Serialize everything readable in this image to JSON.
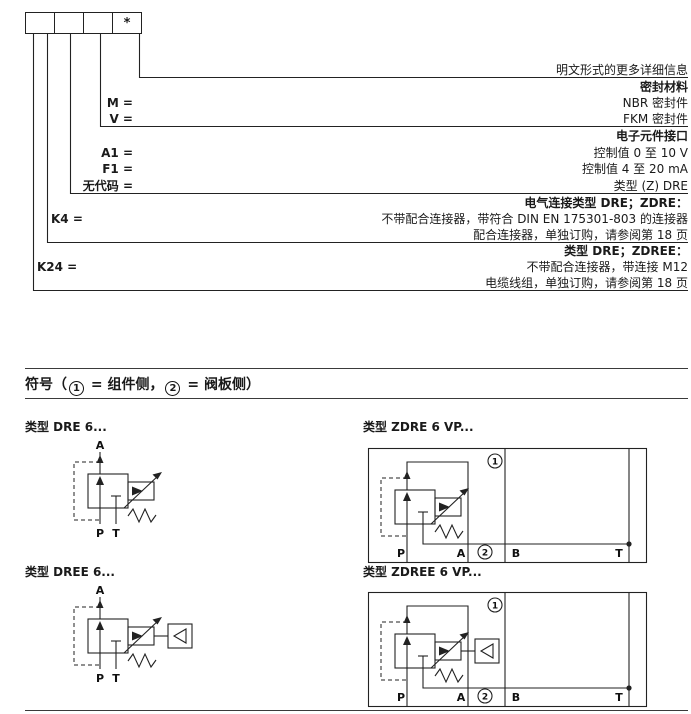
{
  "ordering_code": {
    "box_values": [
      "",
      "",
      "",
      "*"
    ],
    "rows": {
      "plain_info": "明文形式的更多详细信息",
      "seal_heading": "密封材料",
      "seal_m_code": "M =",
      "seal_m_text": "NBR 密封件",
      "seal_v_code": "V =",
      "seal_v_text": "FKM 密封件",
      "iface_heading": "电子元件接口",
      "iface_a1_code": "A1 =",
      "iface_a1_text": "控制值 0 至 10 V",
      "iface_f1_code": "F1 =",
      "iface_f1_text": "控制值 4 至 20 mA",
      "iface_none_code": "无代码 =",
      "iface_none_text": "类型 (Z) DRE",
      "conn_heading": "电气连接类型 DRE；ZDRE：",
      "conn_k4_code": "K4 =",
      "conn_k4_text1": "不带配合连接器，带符合 DIN EN 175301-803 的连接器",
      "conn_k4_text2": "配合连接器，单独订购，请参阅第 18 页",
      "conn2_heading": "类型 DRE；ZDREE：",
      "conn_k24_code": "K24 =",
      "conn_k24_text1": "不带配合连接器，带连接 M12",
      "conn_k24_text2": "电缆线组，单独订购，请参阅第 18 页"
    }
  },
  "symbols": {
    "heading": {
      "pre": "符号（",
      "n1": "1",
      "mid1": " = 组件侧，",
      "n2": "2",
      "mid2": " = 阀板侧）"
    },
    "dre": {
      "title": "类型 DRE 6...",
      "port_a": "A",
      "port_p": "P",
      "port_t": "T"
    },
    "zdre": {
      "title": "类型 ZDRE 6 VP...",
      "port_p": "P",
      "port_a": "A",
      "port_b": "B",
      "port_t": "T",
      "n1": "1",
      "n2": "2"
    },
    "dree": {
      "title": "类型 DREE 6...",
      "port_a": "A",
      "port_p": "P",
      "port_t": "T"
    },
    "zdree": {
      "title": "类型 ZDREE 6 VP...",
      "port_p": "P",
      "port_a": "A",
      "port_b": "B",
      "port_t": "T",
      "n1": "1",
      "n2": "2"
    }
  }
}
